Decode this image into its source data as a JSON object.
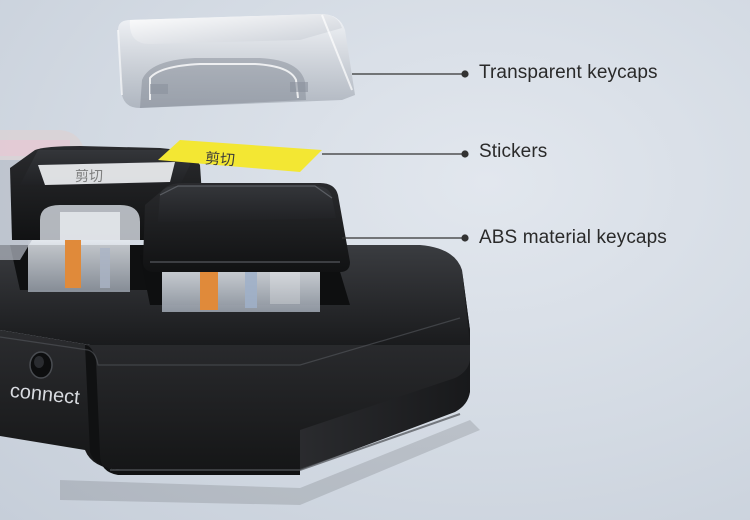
{
  "callouts": [
    {
      "id": "transparent",
      "label": "Transparent keycaps"
    },
    {
      "id": "stickers",
      "label": "Stickers"
    },
    {
      "id": "abs",
      "label": "ABS material keycaps"
    }
  ],
  "device": {
    "button_label": "connect",
    "sticker_text": "剪切"
  },
  "colors": {
    "background": "#d3dae3",
    "body": "#1d1e20",
    "sticker": "#f3e733",
    "switch_stem": "#e08a3a",
    "callout_line": "#333333"
  }
}
